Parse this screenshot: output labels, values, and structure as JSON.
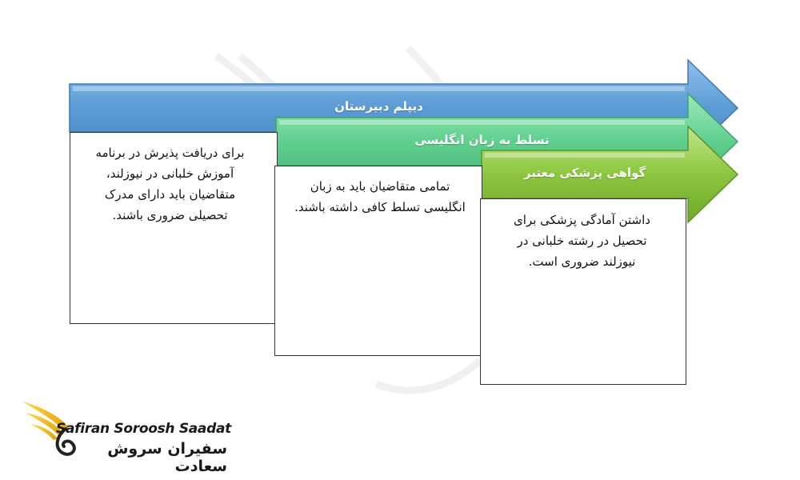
{
  "steps": [
    {
      "title": "دیپلم دبیرستان",
      "description": "برای دریافت پذیرش در برنامه آموزش خلبانی در نیوزلند، متقاضیان باید دارای مدرک تحصیلی ضروری باشند.",
      "lines": [
        "برای دریافت پذیرش در برنامه",
        "آموزش خلبانی در نیوزلند،",
        "متقاضیان باید دارای مدرک",
        "تحصیلی ضروری باشند."
      ],
      "color": "#5b9bd5"
    },
    {
      "title": "تسلط به زبان انگلیسی",
      "description": "تمامی متقاضیان باید به زبان انگلیسی تسلط کافی داشته باشند.",
      "lines": [
        "تمامی متقاضیان باید به زبان",
        "انگلیسی تسلط کافی داشته باشند."
      ],
      "color": "#5fcf8e"
    },
    {
      "title": "گواهی پزشکی معتبر",
      "description": "داشتن آمادگی پزشکی برای تحصیل در رشته خلبانی در نیوزلند ضروری است.",
      "lines": [
        "داشتن آمادگی پزشکی برای",
        "تحصیل در رشته خلبانی در",
        "نیوزلند ضروری است."
      ],
      "color": "#8cc63f"
    }
  ],
  "logo": {
    "latin": "Safiran Soroosh Saadat",
    "persian": "سفیران سروش سعادت",
    "accent_color": "#f0b800"
  }
}
